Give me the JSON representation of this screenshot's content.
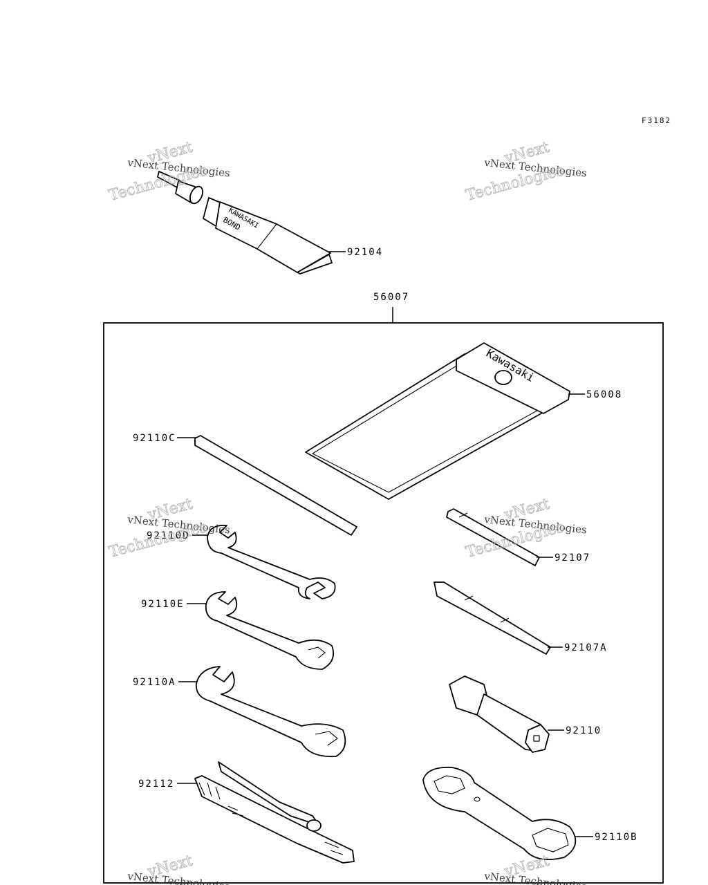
{
  "figure_ref": "F3182",
  "brand_text": "Kawasaki",
  "tube_text": [
    "KAWASAKI",
    "BOND"
  ],
  "watermark": {
    "line1": "vNext Technologies",
    "line2": "Technologies",
    "line3": "vNext"
  },
  "parts": [
    {
      "id": "p-92104",
      "label": "92104"
    },
    {
      "id": "p-56007",
      "label": "56007"
    },
    {
      "id": "p-56008",
      "label": "56008"
    },
    {
      "id": "p-92110c",
      "label": "92110C"
    },
    {
      "id": "p-92110d",
      "label": "92110D"
    },
    {
      "id": "p-92107",
      "label": "92107"
    },
    {
      "id": "p-92110e",
      "label": "92110E"
    },
    {
      "id": "p-92107a",
      "label": "92107A"
    },
    {
      "id": "p-92110a",
      "label": "92110A"
    },
    {
      "id": "p-92110",
      "label": "92110"
    },
    {
      "id": "p-92112",
      "label": "92112"
    },
    {
      "id": "p-92110b",
      "label": "92110B"
    }
  ]
}
